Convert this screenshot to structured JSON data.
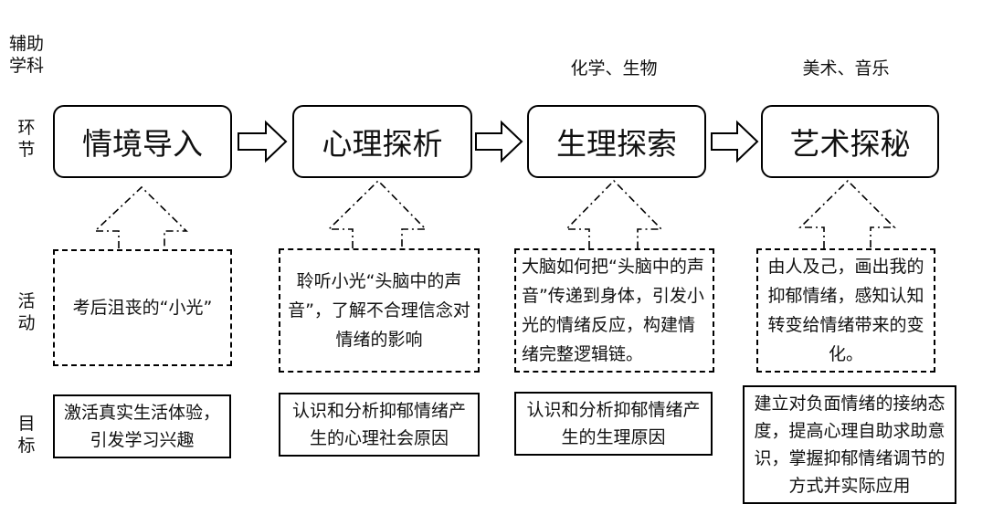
{
  "row_labels": {
    "subjects": "辅助\n学科",
    "stages": "环\n节",
    "activities": "活\n动",
    "goals": "目\n标"
  },
  "subjects": [
    "",
    "",
    "化学、生物",
    "美术、音乐"
  ],
  "stages": [
    "情境导入",
    "心理探析",
    "生理探索",
    "艺术探秘"
  ],
  "activities": [
    "考后沮丧的“小光”",
    "聆听小光“头脑中的声音”，了解不合理信念对情绪的影响",
    "大脑如何把“头脑中的声音”传递到身体，引发小光的情绪反应，构建情绪完整逻辑链。",
    "由人及己，画出我的抑郁情绪，感知认知转变给情绪带来的变化。"
  ],
  "goals": [
    "激活真实生活体验，引发学习兴趣",
    "认识和分析抑郁情绪产生的心理社会原因",
    "认识和分析抑郁情绪产生的生理原因",
    "建立对负面情绪的接纳态度，提高心理自助求助意识，掌握抑郁情绪调节的方式并实际应用"
  ]
}
